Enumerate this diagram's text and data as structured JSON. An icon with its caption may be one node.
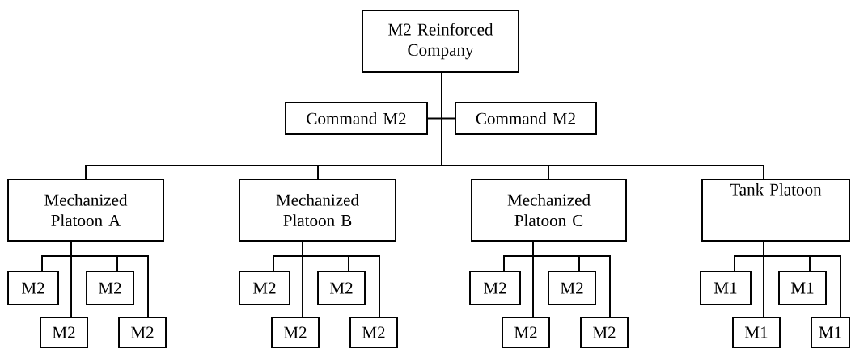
{
  "diagram": {
    "nodes": [
      {
        "text": [
          "M2 Reinforced Company"
        ]
      },
      {
        "text": [
          "Command M2"
        ]
      },
      {
        "text": [
          "Command M2"
        ]
      },
      {
        "text": [
          "Mechanized Platoon A"
        ]
      },
      {
        "text": [
          "Mechanized Platoon B"
        ]
      },
      {
        "text": [
          "Mechanized Platoon C"
        ]
      },
      {
        "text": [
          "Tank Platoon"
        ]
      },
      {
        "text": [
          "M2"
        ]
      },
      {
        "text": [
          "M2"
        ]
      },
      {
        "text": [
          "M2"
        ]
      },
      {
        "text": [
          "M2"
        ]
      },
      {
        "text": [
          "M2"
        ]
      },
      {
        "text": [
          "M2"
        ]
      },
      {
        "text": [
          "M2"
        ]
      },
      {
        "text": [
          "M2"
        ]
      },
      {
        "text": [
          "M2"
        ]
      },
      {
        "text": [
          "M2"
        ]
      },
      {
        "text": [
          "M2"
        ]
      },
      {
        "text": [
          "M2"
        ]
      },
      {
        "text": [
          "M1"
        ]
      },
      {
        "text": [
          "M1"
        ]
      },
      {
        "text": [
          "M1"
        ]
      },
      {
        "text": [
          "M1"
        ]
      }
    ],
    "edges": [
      {
        "from": 0,
        "to": 1,
        "arrow": "none"
      },
      {
        "from": 0,
        "to": 2,
        "arrow": "none"
      },
      {
        "from": 0,
        "to": 3,
        "arrow": "none"
      },
      {
        "from": 0,
        "to": 4,
        "arrow": "none"
      },
      {
        "from": 0,
        "to": 5,
        "arrow": "none"
      },
      {
        "from": 0,
        "to": 6,
        "arrow": "none"
      },
      {
        "from": 3,
        "to": 7,
        "arrow": "none"
      },
      {
        "from": 3,
        "to": 8,
        "arrow": "none"
      },
      {
        "from": 3,
        "to": 9,
        "arrow": "none"
      },
      {
        "from": 3,
        "to": 10,
        "arrow": "none"
      },
      {
        "from": 4,
        "to": 11,
        "arrow": "none"
      },
      {
        "from": 4,
        "to": 12,
        "arrow": "none"
      },
      {
        "from": 4,
        "to": 13,
        "arrow": "none"
      },
      {
        "from": 4,
        "to": 14,
        "arrow": "none"
      },
      {
        "from": 5,
        "to": 15,
        "arrow": "none"
      },
      {
        "from": 5,
        "to": 16,
        "arrow": "none"
      },
      {
        "from": 5,
        "to": 17,
        "arrow": "none"
      },
      {
        "from": 5,
        "to": 18,
        "arrow": "none"
      },
      {
        "from": 6,
        "to": 19,
        "arrow": "none"
      },
      {
        "from": 6,
        "to": 20,
        "arrow": "none"
      },
      {
        "from": 6,
        "to": 21,
        "arrow": "none"
      },
      {
        "from": 6,
        "to": 22,
        "arrow": "none"
      }
    ]
  }
}
